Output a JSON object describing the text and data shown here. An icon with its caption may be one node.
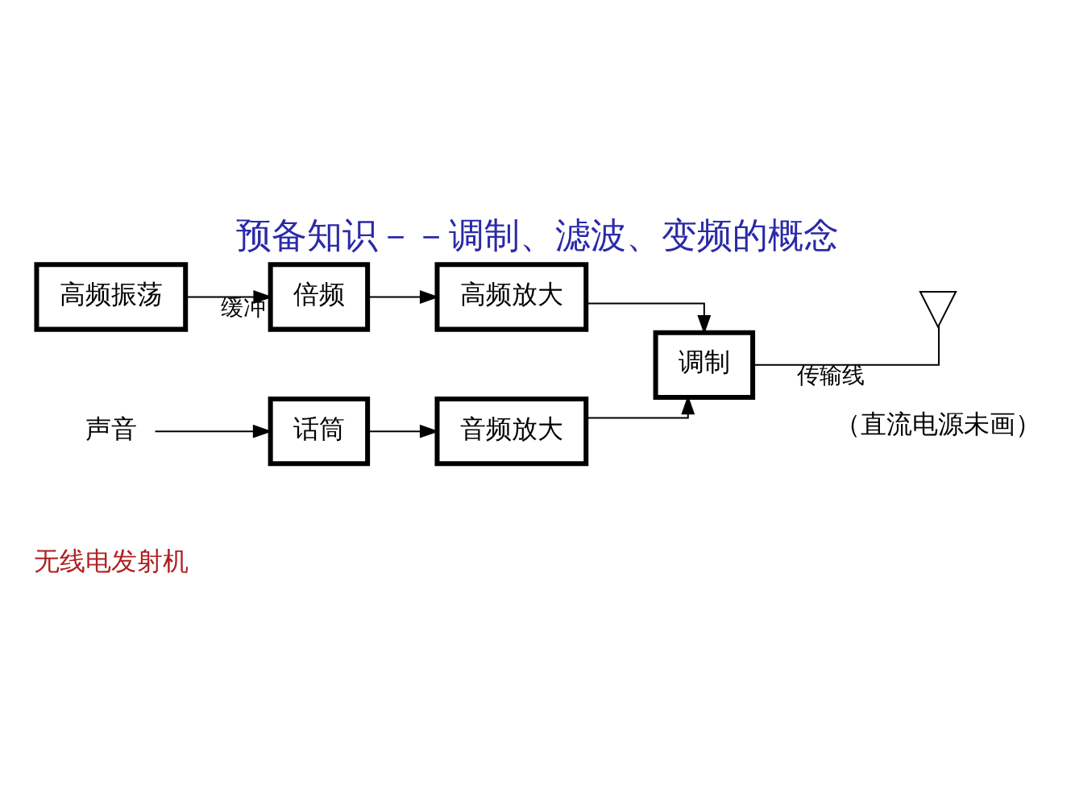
{
  "diagram": {
    "title": "预备知识－－调制、滤波、变频的概念",
    "caption": "无线电发射机",
    "nodes": [
      {
        "text": [
          "高频振荡"
        ]
      },
      {
        "text": [
          "倍频"
        ]
      },
      {
        "text": [
          "高频放大"
        ]
      },
      {
        "text": [
          "调制"
        ]
      },
      {
        "text": [],
        "shape": "antenna"
      },
      {
        "text": [
          "声音"
        ]
      },
      {
        "text": [
          "话筒"
        ]
      },
      {
        "text": [
          "音频放大"
        ]
      }
    ],
    "edges": [
      {
        "from": 0,
        "to": 1,
        "arrow": "to",
        "label": "缓冲"
      },
      {
        "from": 1,
        "to": 2,
        "arrow": "to"
      },
      {
        "from": 2,
        "to": 3,
        "arrow": "to"
      },
      {
        "from": 3,
        "to": 4,
        "arrow": "none",
        "label": "传输线"
      },
      {
        "from": 5,
        "to": 6,
        "arrow": "to"
      },
      {
        "from": 6,
        "to": 7,
        "arrow": "to"
      },
      {
        "from": 7,
        "to": 3,
        "arrow": "to"
      }
    ],
    "labels": [
      "（直流电源未画）"
    ]
  }
}
